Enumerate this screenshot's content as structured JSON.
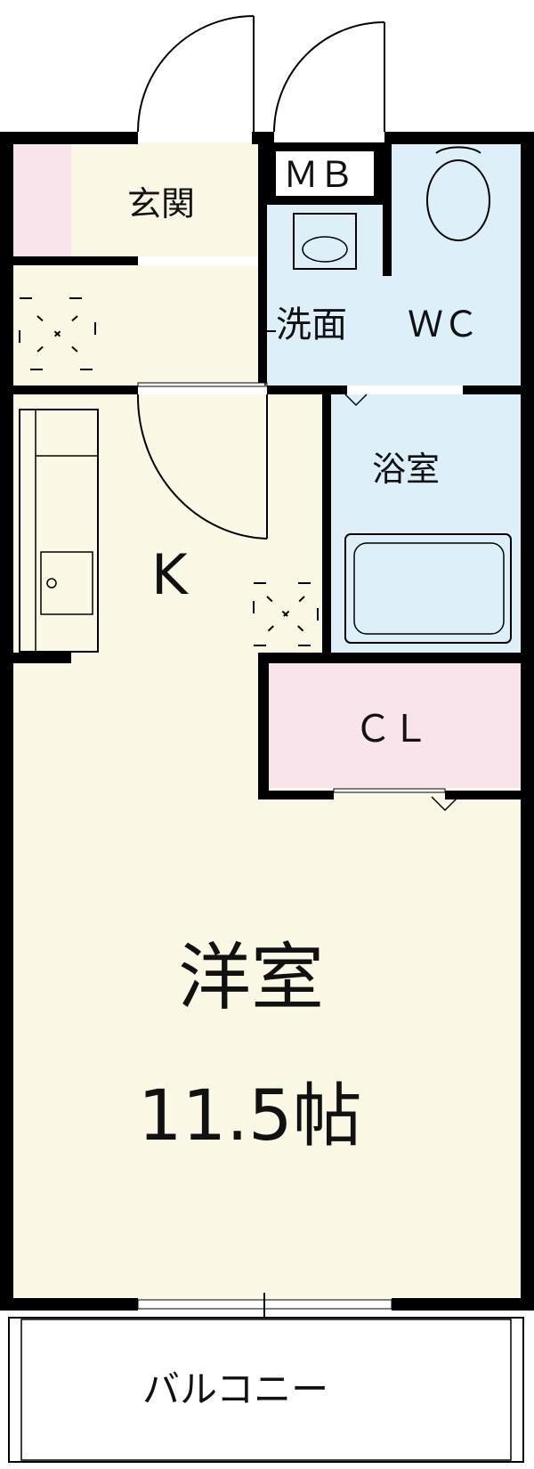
{
  "rooms": {
    "entrance": "玄関",
    "meter_box": "ＭＢ",
    "washroom": "洗面",
    "toilet": "ＷＣ",
    "bath": "浴室",
    "kitchen": "K",
    "closet": "ＣＬ",
    "western_room": "洋室",
    "western_room_size": "11.5帖",
    "balcony": "バルコニー"
  },
  "colors": {
    "floor_main": "#FBF8E6",
    "floor_wet": "#DDF0FA",
    "floor_storage": "#F9E4EC",
    "wall": "#000000"
  }
}
